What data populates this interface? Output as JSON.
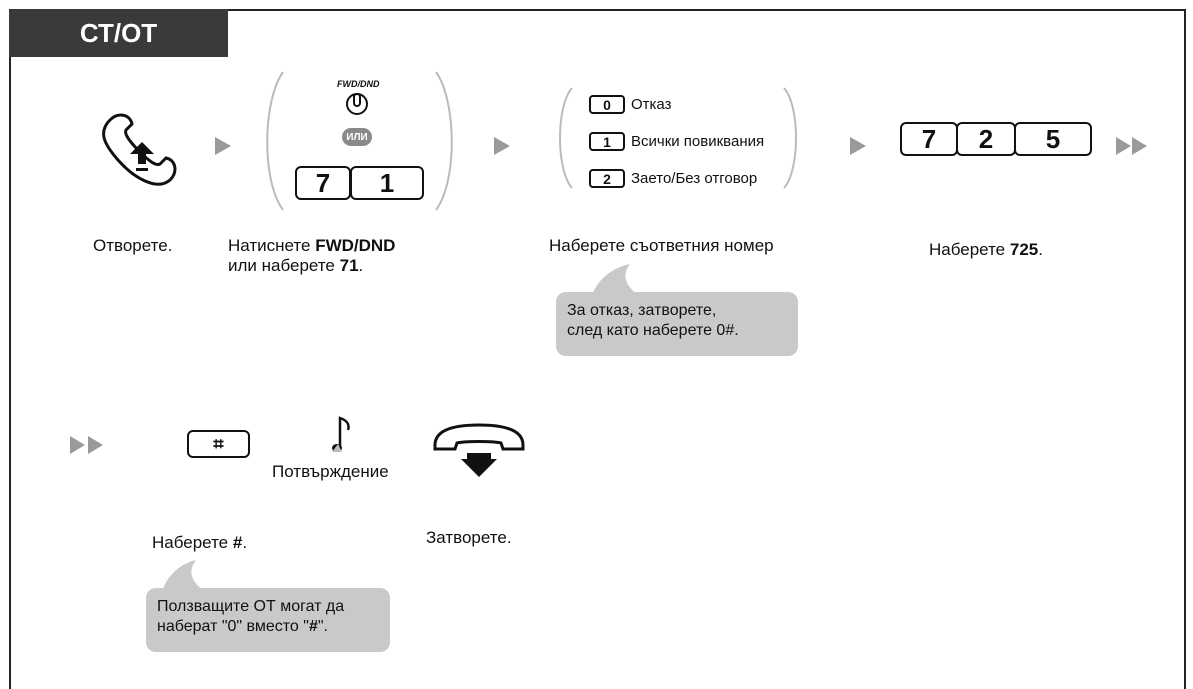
{
  "header": {
    "tab_label": "СТ/ОТ"
  },
  "step1": {
    "caption": "Отворете."
  },
  "step2": {
    "button_label": "FWD/DND",
    "or_badge": "ИЛИ",
    "keys": [
      "7",
      "1"
    ],
    "caption_prefix": "Натиснете ",
    "caption_bold": "FWD/DND",
    "caption_line2_prefix": "или наберете ",
    "caption_line2_bold": "71",
    "caption_line2_suffix": "."
  },
  "step3": {
    "options": [
      {
        "key": "0",
        "label": "Отказ"
      },
      {
        "key": "1",
        "label": "Всички повиквания"
      },
      {
        "key": "2",
        "label": "Заето/Без отговор"
      }
    ],
    "caption": "Наберете съответния номер",
    "bubble_line1": "За отказ, затворете,",
    "bubble_line2": "след като наберете 0#."
  },
  "step4": {
    "keys": [
      "7",
      "2",
      "5"
    ],
    "caption_prefix": "Наберете ",
    "caption_bold": "725",
    "caption_suffix": "."
  },
  "step5": {
    "key_symbol": "⌗",
    "caption_prefix": "Наберете ",
    "caption_bold": "#",
    "caption_suffix": ".",
    "bubble_line1": "Ползващите ОТ могат да",
    "bubble_line2_prefix": "наберат \"0\" вместо \"",
    "bubble_line2_bold": "#",
    "bubble_line2_suffix": "\"."
  },
  "step6": {
    "tone_label": "Потвърждение"
  },
  "step7": {
    "caption": "Затворете."
  },
  "colors": {
    "bubble": "#c9c9c9",
    "tab": "#3a3a3a",
    "arrow": "#9a9a9a"
  }
}
